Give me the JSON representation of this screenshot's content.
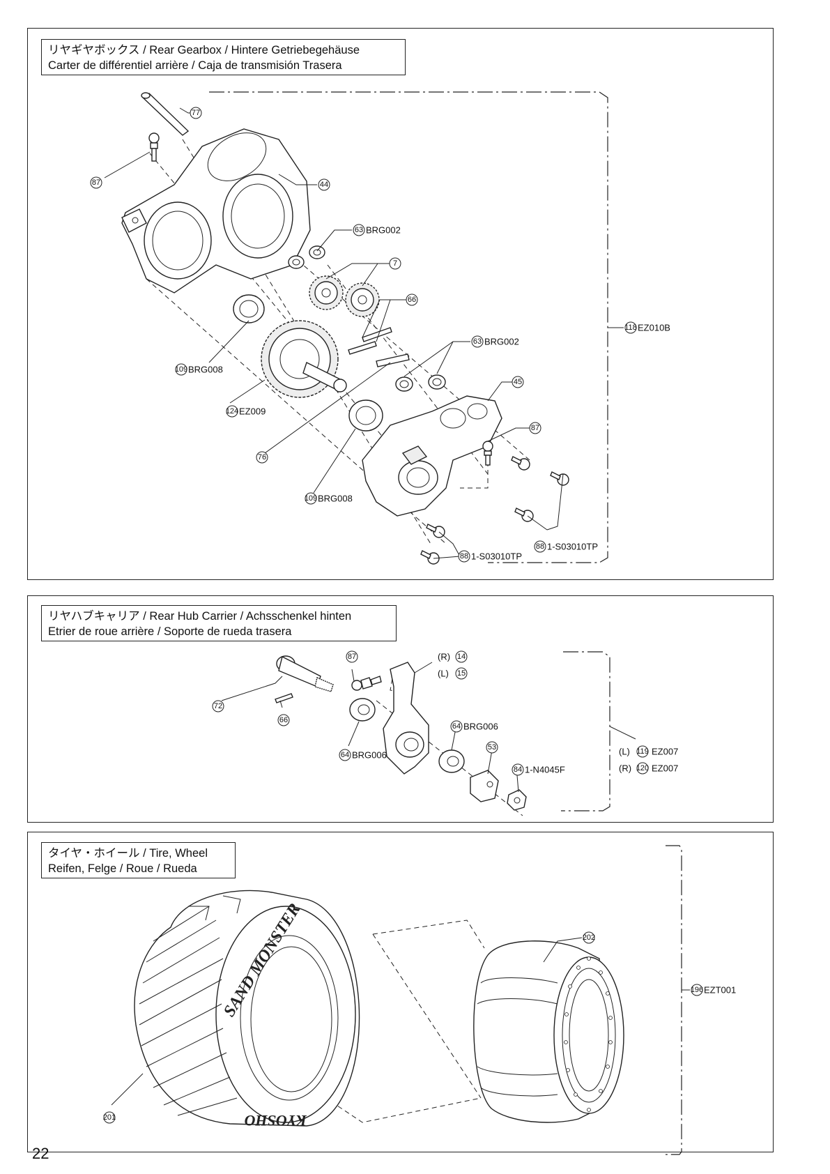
{
  "page_number": "22",
  "sections": {
    "gearbox": {
      "title_line1": "リヤギヤボックス /  Rear Gearbox / Hintere Getriebegehäuse",
      "title_line2": "Carter de différentiel arrière / Caja de transmisión Trasera",
      "callouts": {
        "c77": {
          "num": "77",
          "code": ""
        },
        "c87a": {
          "num": "87",
          "code": ""
        },
        "c44": {
          "num": "44",
          "code": ""
        },
        "c63a": {
          "num": "63",
          "code": "BRG002"
        },
        "c7": {
          "num": "7",
          "code": ""
        },
        "c66": {
          "num": "66",
          "code": ""
        },
        "c63b": {
          "num": "63",
          "code": "BRG002"
        },
        "c118": {
          "num": "118",
          "code": "EZ010B"
        },
        "c109a": {
          "num": "109",
          "code": "BRG008"
        },
        "c124": {
          "num": "124",
          "code": "EZ009"
        },
        "c45": {
          "num": "45",
          "code": ""
        },
        "c87b": {
          "num": "87",
          "code": ""
        },
        "c76": {
          "num": "76",
          "code": ""
        },
        "c109b": {
          "num": "109",
          "code": "BRG008"
        },
        "c88a": {
          "num": "88",
          "code": "1-S03010TP"
        },
        "c88b": {
          "num": "88",
          "code": "1-S03010TP"
        }
      }
    },
    "hub": {
      "title_line1": "リヤハブキャリア /  Rear Hub Carrier / Achsschenkel hinten",
      "title_line2": "Etrier de roue arrière / Soporte de rueda trasera",
      "callouts": {
        "c87": {
          "num": "87",
          "code": ""
        },
        "c14": {
          "prefix": "(R)",
          "num": "14",
          "code": ""
        },
        "c15": {
          "prefix": "(L)",
          "num": "15",
          "code": ""
        },
        "c72": {
          "num": "72",
          "code": ""
        },
        "c66": {
          "num": "66",
          "code": ""
        },
        "c64a": {
          "num": "64",
          "code": "BRG006"
        },
        "c64b": {
          "num": "64",
          "code": "BRG006"
        },
        "c53": {
          "num": "53",
          "code": ""
        },
        "c84": {
          "num": "84",
          "code": "1-N4045F"
        },
        "c119": {
          "prefix": "(L)",
          "num": "119",
          "code": "EZ007"
        },
        "c120": {
          "prefix": "(R)",
          "num": "120",
          "code": "EZ007"
        }
      }
    },
    "wheel": {
      "title_line1": "タイヤ・ホイール / Tire, Wheel",
      "title_line2": "Reifen, Felge / Roue / Rueda",
      "tire_brand": "SAND MONSTER",
      "tire_maker": "KYOSHO",
      "callouts": {
        "c202": {
          "num": "202",
          "code": ""
        },
        "c196": {
          "num": "196",
          "code": "EZT001"
        },
        "c201": {
          "num": "201",
          "code": ""
        }
      }
    }
  }
}
